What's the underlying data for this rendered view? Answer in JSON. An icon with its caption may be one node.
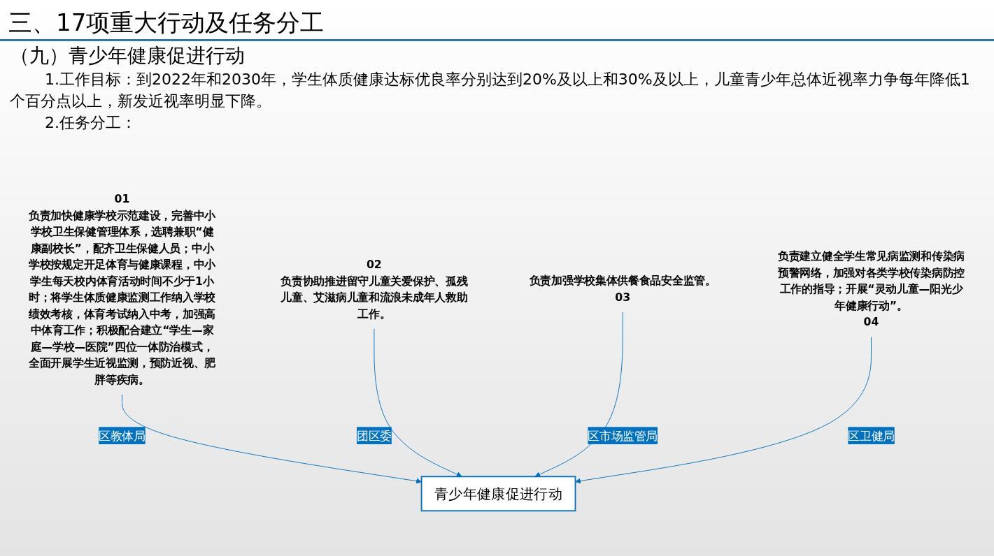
{
  "diagram": {
    "title": "三、17项重大行动及任务分工",
    "nodes": [
      {
        "text": [
          "01",
          "负责加快健康学校示范建设，完善中小学校卫生保健管理体系，选聘兼职“健康副校长”，配齐卫生保健人员；中小学校按规定开足体育与健康课程，中小学生每天校内体育活动时间不少于1小时；将学生体质健康监测工作纳入学校绩效考核，体育考试纳入中考，加强高中体育工作；积极配合建立“学生—家庭—学校—医院”四位一体防治模式，全面开展学生近视监测，预防近视、肥胖等疾病。"
        ]
      },
      {
        "text": [
          "02",
          "负责协助推进留守儿童关爱保护、孤残儿童、艾滋病儿童和流浪未成年人救助工作。"
        ]
      },
      {
        "text": [
          "青少年健康促进行动"
        ]
      },
      {
        "text": [
          "负责建立健全学生常见病监测和传染病预警网络，加强对各类学校传染病防控工作的指导；开展“灵动儿童—阳光少年健康行动”。",
          "04"
        ]
      },
      {
        "text": [
          "负责加强学校集体供餐食品安全监管。",
          "03"
        ]
      }
    ],
    "edges": [
      {
        "from": 0,
        "to": 2,
        "arrow": "to",
        "label": "区教体局"
      },
      {
        "from": 1,
        "to": 2,
        "arrow": "to",
        "label": "团区委"
      },
      {
        "from": 4,
        "to": 2,
        "arrow": "to",
        "label": "区市场监管局"
      },
      {
        "from": 3,
        "to": 2,
        "arrow": "to",
        "label": "区卫健局"
      }
    ],
    "labels": [
      "（九）青少年健康促进行动",
      "1.工作目标：到2022年和2030年，学生体质健康达标优良率分别达到20%及以上和30%及以上，儿童青少年总体近视率力争每年降低1个百分点以上，新发近视率明显下降。",
      "2.任务分工："
    ]
  }
}
